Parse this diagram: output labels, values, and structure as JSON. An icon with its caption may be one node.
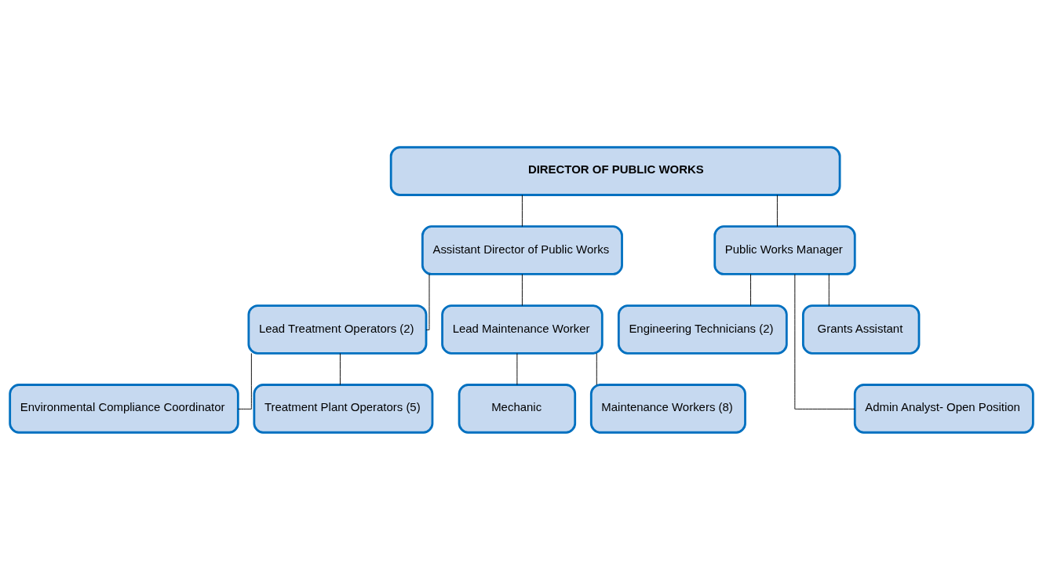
{
  "diagram": {
    "nodes": [
      {
        "text": [
          "DIRECTOR OF PUBLIC WORKS"
        ]
      },
      {
        "text": [
          "Assistant Director of Public Works"
        ]
      },
      {
        "text": [
          "Public Works Manager"
        ]
      },
      {
        "text": [
          "Lead Treatment Operators (2)"
        ]
      },
      {
        "text": [
          "Lead Maintenance Worker"
        ]
      },
      {
        "text": [
          "Engineering Technicians (2)"
        ]
      },
      {
        "text": [
          "Grants Assistant"
        ]
      },
      {
        "text": [
          "Environmental Compliance Coordinator"
        ]
      },
      {
        "text": [
          "Treatment Plant Operators (5)"
        ]
      },
      {
        "text": [
          "Mechanic"
        ]
      },
      {
        "text": [
          "Maintenance Workers (8)"
        ]
      },
      {
        "text": [
          "Admin Analyst- Open Position"
        ]
      }
    ],
    "edges": [
      {
        "from": 0,
        "to": 1,
        "arrow": "none"
      },
      {
        "from": 0,
        "to": 2,
        "arrow": "none"
      },
      {
        "from": 1,
        "to": 3,
        "arrow": "none"
      },
      {
        "from": 1,
        "to": 4,
        "arrow": "none"
      },
      {
        "from": 2,
        "to": 5,
        "arrow": "none"
      },
      {
        "from": 2,
        "to": 11,
        "arrow": "none"
      },
      {
        "from": 2,
        "to": 6,
        "arrow": "none"
      },
      {
        "from": 3,
        "to": 7,
        "arrow": "none"
      },
      {
        "from": 3,
        "to": 8,
        "arrow": "none"
      },
      {
        "from": 4,
        "to": 9,
        "arrow": "none"
      },
      {
        "from": 4,
        "to": 10,
        "arrow": "none"
      }
    ]
  }
}
